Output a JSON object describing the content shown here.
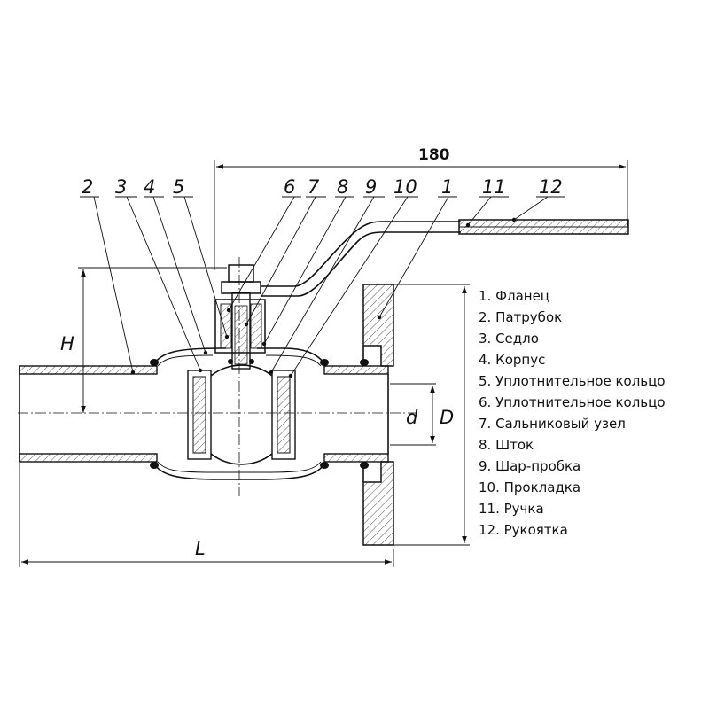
{
  "dimensions": {
    "handle_length": "180",
    "height": "H",
    "length": "L",
    "inner_diameter": "d",
    "outer_diameter": "D"
  },
  "callouts": [
    "2",
    "3",
    "4",
    "5",
    "6",
    "7",
    "8",
    "9",
    "10",
    "1",
    "11",
    "12"
  ],
  "legend": [
    "1. Фланец",
    "2. Патрубок",
    "3. Седло",
    "4. Корпус",
    "5. Уплотнительное кольцо",
    "6. Уплотнительное кольцо",
    "7. Сальниковый узел",
    "8. Шток",
    "9. Шар-пробка",
    "10. Прокладка",
    "11. Ручка",
    "12. Рукоятка"
  ]
}
